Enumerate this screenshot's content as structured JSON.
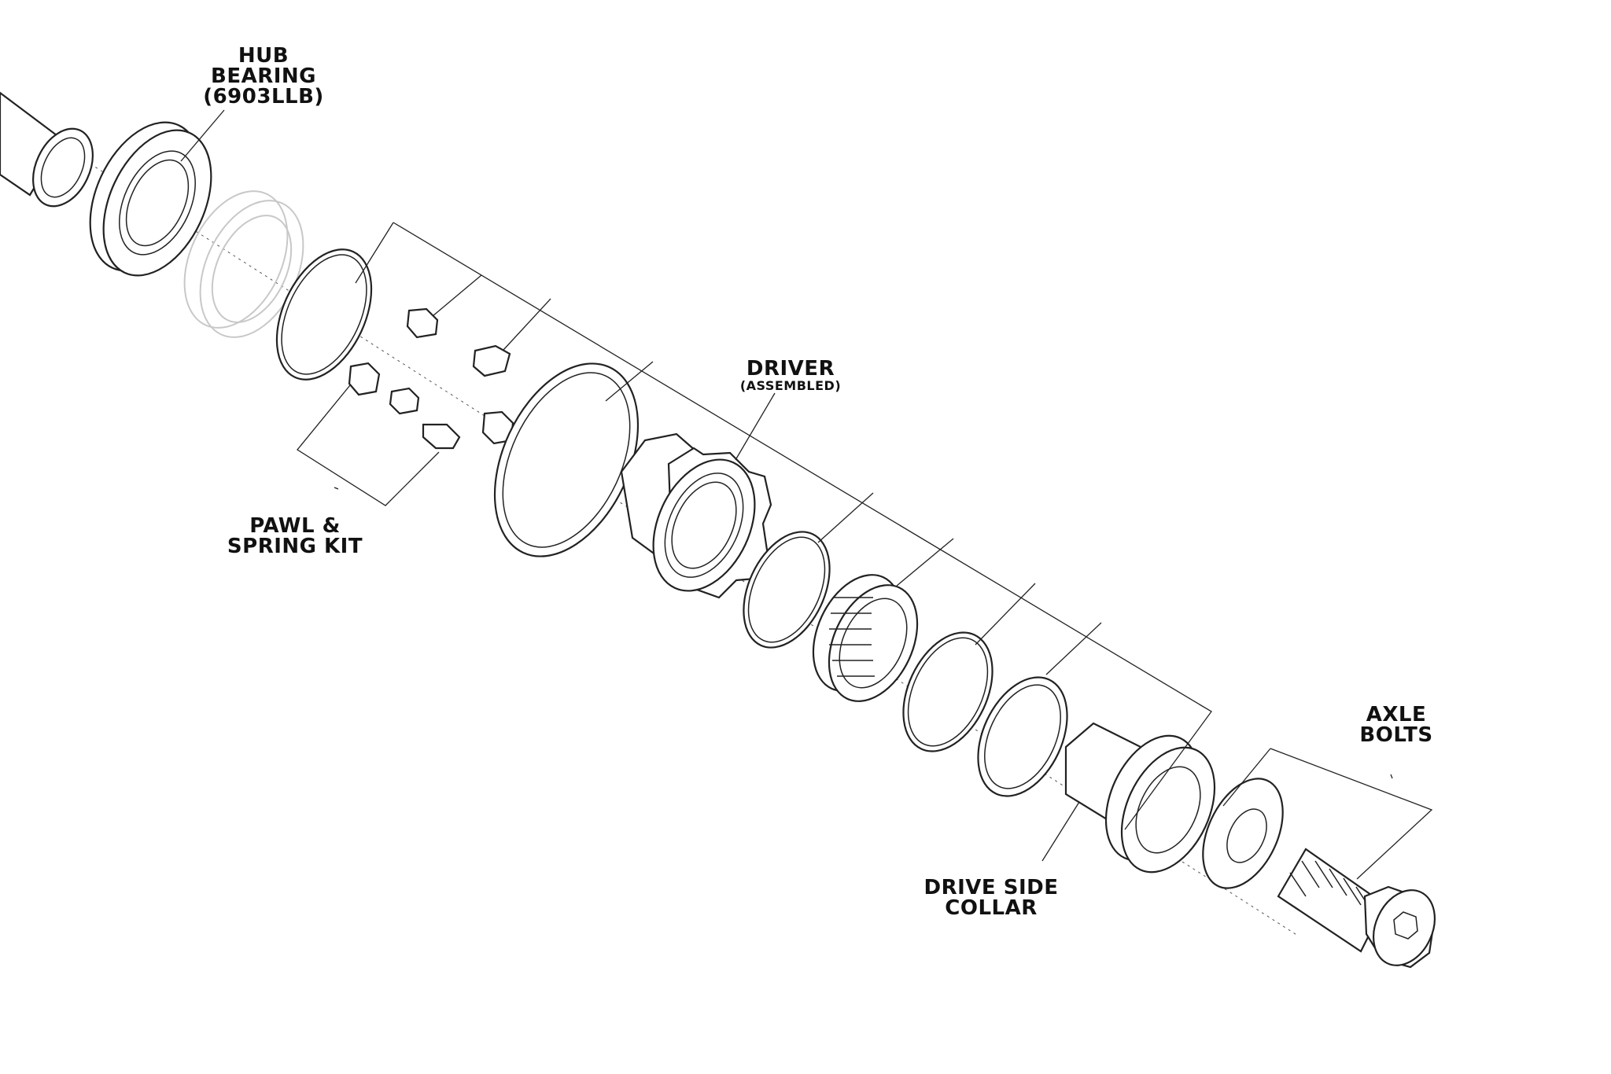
{
  "labels": {
    "hub_bearing": [
      "HUB",
      "BEARING",
      "(6903LLB)"
    ],
    "driver": "DRIVER",
    "driver_sub": "(ASSEMBLED)",
    "pawl_spring_kit": [
      "PAWL &",
      "SPRING KIT"
    ],
    "drive_side_collar": [
      "DRIVE SIDE",
      "COLLAR"
    ],
    "axle_bolts": [
      "AXLE",
      "BOLTS"
    ]
  }
}
